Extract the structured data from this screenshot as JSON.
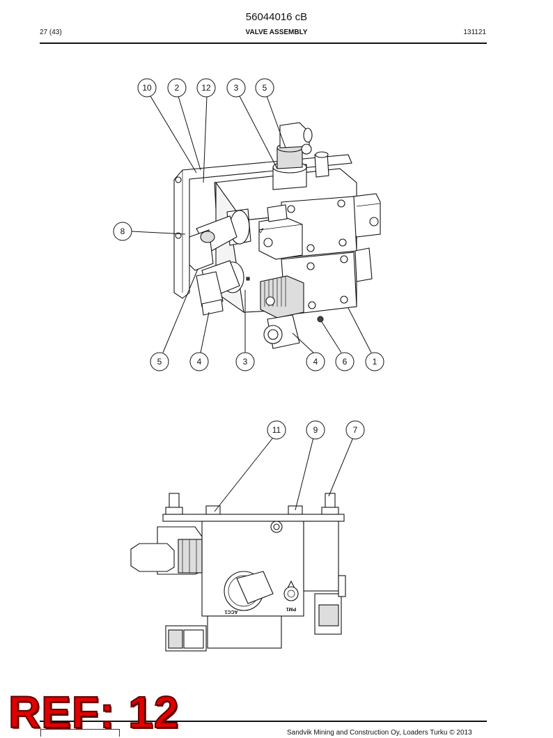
{
  "header": {
    "doc_number": "56044016 cB",
    "page": "27 (43)",
    "title": "VALVE ASSEMBLY",
    "date_code": "131121"
  },
  "figure_top": {
    "callouts": [
      "10",
      "2",
      "12",
      "3",
      "5",
      "8",
      "5",
      "4",
      "3",
      "4",
      "6",
      "1"
    ]
  },
  "figure_bottom": {
    "callouts": [
      "11",
      "9",
      "7"
    ],
    "labels": {
      "port_acc": "ACC1",
      "port_pm": "PM1"
    }
  },
  "watermark": "REF: 12",
  "footer": {
    "copyright": "Sandvik Mining and Construction Oy, Loaders Turku © 2013"
  }
}
